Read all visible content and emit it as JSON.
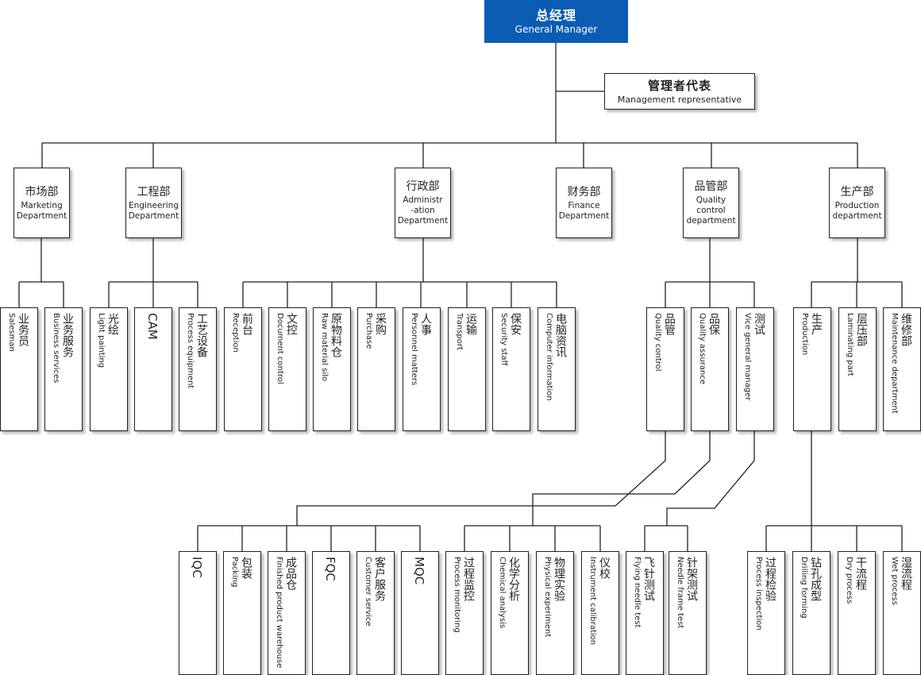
{
  "general_manager": {
    "zh": "总经理",
    "en": "General Manager"
  },
  "management_rep": {
    "zh": "管理者代表",
    "en": "Management representative"
  },
  "departments": {
    "marketing": {
      "zh": "市场部",
      "en": "Marketing\nDepartment"
    },
    "engineering": {
      "zh": "工程部",
      "en": "Engineering\nDepartment"
    },
    "administration": {
      "zh": "行政部",
      "en": "Administr\n-ation\nDepartment"
    },
    "finance": {
      "zh": "财务部",
      "en": "Finance\nDepartment"
    },
    "quality": {
      "zh": "品管部",
      "en": "Quality\ncontrol\ndepartment"
    },
    "production": {
      "zh": "生产部",
      "en": "Production\ndepartment"
    }
  },
  "units": {
    "salesman": {
      "zh": "业务员",
      "en": "Salesman"
    },
    "business_services": {
      "zh": "业务服务",
      "en": "Business services"
    },
    "light_painting": {
      "zh": "光绘",
      "en": "Light painting"
    },
    "cam": {
      "zh": "CAM",
      "en": ""
    },
    "process_equipment": {
      "zh": "工艺设备",
      "en": "Process equipment"
    },
    "reception": {
      "zh": "前台",
      "en": "Reception"
    },
    "document_control": {
      "zh": "文控",
      "en": "Document control"
    },
    "raw_material_silo": {
      "zh": "原物料仓",
      "en": "Raw material silo"
    },
    "purchase": {
      "zh": "采购",
      "en": "Purchase"
    },
    "personnel": {
      "zh": "人事",
      "en": "Personnel matters"
    },
    "transport": {
      "zh": "运输",
      "en": "Transport"
    },
    "security": {
      "zh": "保安",
      "en": "Security staff"
    },
    "computer_info": {
      "zh": "电脑资讯",
      "en": "Computer information"
    },
    "quality_control": {
      "zh": "品管",
      "en": "Quality control"
    },
    "quality_assurance": {
      "zh": "品保",
      "en": "Quality assurance"
    },
    "testing": {
      "zh": "测试",
      "en": "Vice general manager"
    },
    "prod": {
      "zh": "生产",
      "en": "Production"
    },
    "laminating": {
      "zh": "层压部",
      "en": "Laminating part"
    },
    "maintenance": {
      "zh": "维修部",
      "en": "Maintenance department"
    },
    "iqc": {
      "zh": "IQC",
      "en": ""
    },
    "packing": {
      "zh": "包装",
      "en": "Packing"
    },
    "finished_warehouse": {
      "zh": "成品仓",
      "en": "Finished product warehouse"
    },
    "fqc": {
      "zh": "FQC",
      "en": ""
    },
    "customer_service": {
      "zh": "客户服务",
      "en": "Customer service"
    },
    "mqc": {
      "zh": "MQC",
      "en": ""
    },
    "process_monitoring": {
      "zh": "过程监控",
      "en": "Process monitoring"
    },
    "chemical_analysis": {
      "zh": "化学分析",
      "en": "Chemical analysis"
    },
    "physical_experiment": {
      "zh": "物理实验",
      "en": "Physical experiment"
    },
    "instrument_calibration": {
      "zh": "仪校",
      "en": "Instrument calibration"
    },
    "flying_needle": {
      "zh": "飞针测试",
      "en": "Flying needle test"
    },
    "needle_frame": {
      "zh": "针架测试",
      "en": "Needle frame test"
    },
    "process_inspection": {
      "zh": "过程检验",
      "en": "Process inspection"
    },
    "drilling_forming": {
      "zh": "钻孔成型",
      "en": "Drilling forming"
    },
    "dry_process": {
      "zh": "干流程",
      "en": "Dry process"
    },
    "wet_process": {
      "zh": "湿流程",
      "en": "Wet process"
    }
  },
  "colors": {
    "line": "#231f20",
    "gm_fill": "#0b5cb3",
    "gm_text": "#ffffff"
  }
}
